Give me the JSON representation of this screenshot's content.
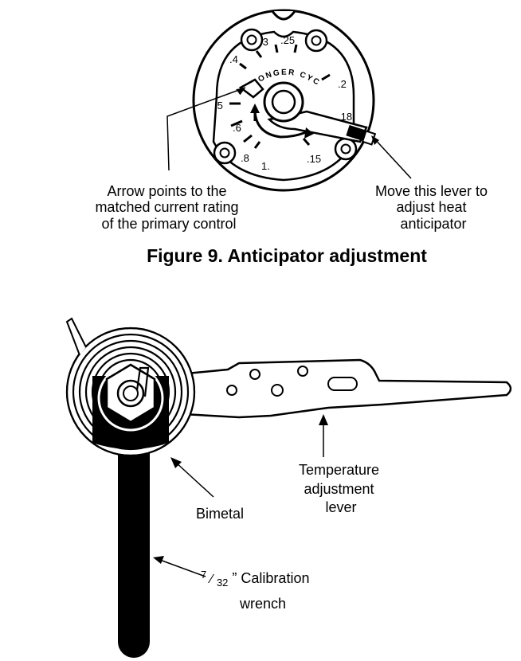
{
  "figure_9": {
    "caption": "Figure 9. Anticipator adjustment",
    "arc_text": "ONGER CYC",
    "dial_labels": [
      ".3",
      ".25",
      ".4",
      ".2",
      ".5",
      ".18",
      ".6",
      ".8",
      "1.",
      ".15"
    ],
    "callout_left": [
      "Arrow points to the",
      "matched current rating",
      "of the primary control"
    ],
    "callout_right": [
      "Move this lever to",
      "adjust heat",
      "anticipator"
    ]
  },
  "figure_10": {
    "labels": {
      "temp_lever": [
        "Temperature",
        "adjustment",
        "lever"
      ],
      "bimetal": "Bimetal",
      "wrench_fraction_num": "7",
      "wrench_fraction_den": "32",
      "wrench_line1_rest": "” Calibration",
      "wrench_line2": "wrench"
    }
  }
}
